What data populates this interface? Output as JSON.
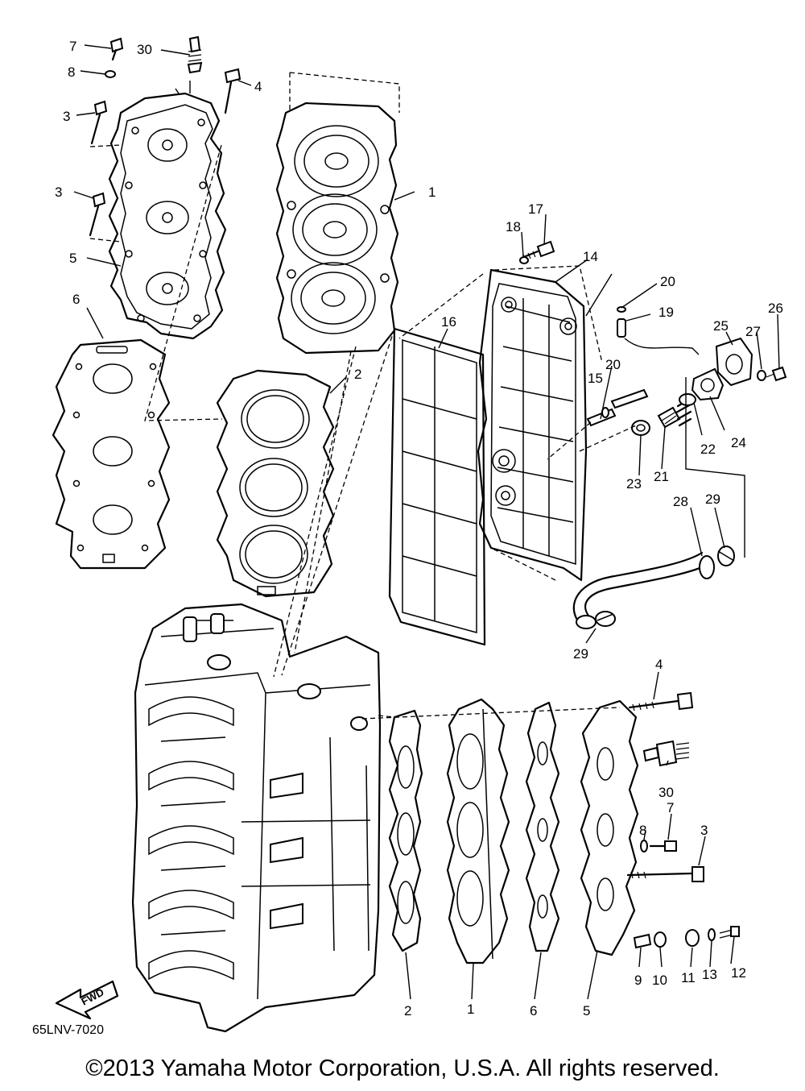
{
  "diagram_code": "65LNV-7020",
  "copyright": "©2013 Yamaha Motor Corporation, U.S.A. All rights reserved.",
  "fwd_label": "FWD",
  "callouts": [
    {
      "id": "c7a",
      "text": "7"
    },
    {
      "id": "c30a",
      "text": "30"
    },
    {
      "id": "c8a",
      "text": "8"
    },
    {
      "id": "c4a",
      "text": "4"
    },
    {
      "id": "c3a",
      "text": "3"
    },
    {
      "id": "c3b",
      "text": "3"
    },
    {
      "id": "c1a",
      "text": "1"
    },
    {
      "id": "c5a",
      "text": "5"
    },
    {
      "id": "c6a",
      "text": "6"
    },
    {
      "id": "c2a",
      "text": "2"
    },
    {
      "id": "c17",
      "text": "17"
    },
    {
      "id": "c18",
      "text": "18"
    },
    {
      "id": "c14",
      "text": "14"
    },
    {
      "id": "c20a",
      "text": "20"
    },
    {
      "id": "c19",
      "text": "19"
    },
    {
      "id": "c16",
      "text": "16"
    },
    {
      "id": "c25",
      "text": "25"
    },
    {
      "id": "c26",
      "text": "26"
    },
    {
      "id": "c27",
      "text": "27"
    },
    {
      "id": "c20b",
      "text": "20"
    },
    {
      "id": "c15",
      "text": "15"
    },
    {
      "id": "c22",
      "text": "22"
    },
    {
      "id": "c24",
      "text": "24"
    },
    {
      "id": "c23",
      "text": "23"
    },
    {
      "id": "c21",
      "text": "21"
    },
    {
      "id": "c28",
      "text": "28"
    },
    {
      "id": "c29a",
      "text": "29"
    },
    {
      "id": "c29b",
      "text": "29"
    },
    {
      "id": "c4b",
      "text": "4"
    },
    {
      "id": "c30b",
      "text": "30"
    },
    {
      "id": "c8b",
      "text": "8"
    },
    {
      "id": "c7b",
      "text": "7"
    },
    {
      "id": "c3c",
      "text": "3"
    },
    {
      "id": "c9",
      "text": "9"
    },
    {
      "id": "c10",
      "text": "10"
    },
    {
      "id": "c11",
      "text": "11"
    },
    {
      "id": "c13",
      "text": "13"
    },
    {
      "id": "c12",
      "text": "12"
    },
    {
      "id": "c2b",
      "text": "2"
    },
    {
      "id": "c1b",
      "text": "1"
    },
    {
      "id": "c6b",
      "text": "6"
    },
    {
      "id": "c5b",
      "text": "5"
    }
  ]
}
